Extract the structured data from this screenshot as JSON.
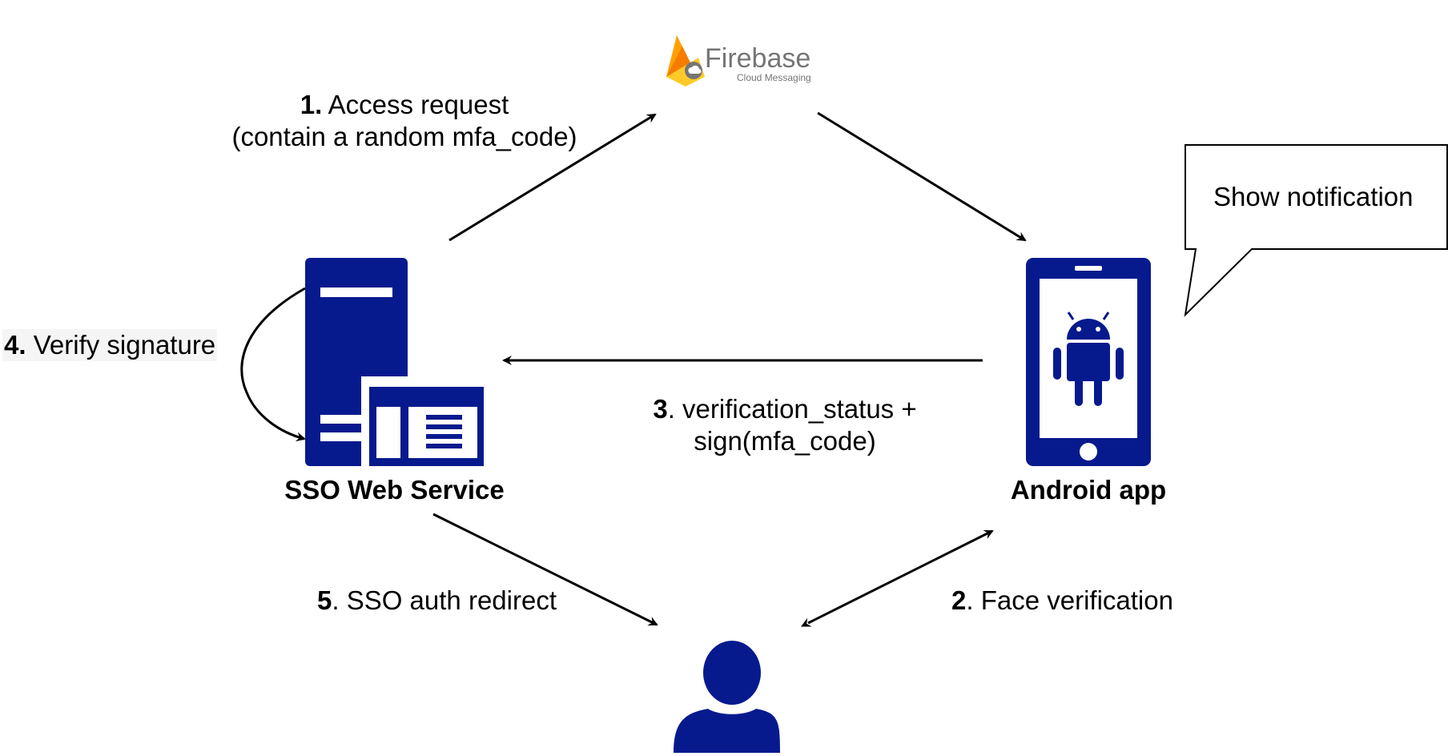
{
  "colors": {
    "icon_navy": "#061a8e",
    "arrow": "#000000",
    "firebase_yellow": "#ffca28",
    "firebase_orange": "#f57c00",
    "firebase_amber": "#ffa000",
    "firebase_text": "#757575"
  },
  "firebase": {
    "title": "Firebase",
    "subtitle": "Cloud Messaging",
    "icon": "firebase-flame-icon"
  },
  "nodes": {
    "sso": {
      "label": "SSO Web Service",
      "icon": "server-with-browser-icon"
    },
    "android": {
      "label": "Android app",
      "icon": "android-phone-icon"
    },
    "user": {
      "icon": "user-icon"
    }
  },
  "callout": {
    "text": "Show notification"
  },
  "steps": {
    "step1": {
      "num": "1.",
      "text": " Access request",
      "line2": "(contain a random mfa_code)"
    },
    "step2": {
      "num": "2",
      "text": ". Face verification"
    },
    "step3": {
      "num": "3",
      "text": ". verification_status +",
      "line2": "sign(mfa_code)"
    },
    "step4": {
      "num": "4.",
      "text": " Verify signature"
    },
    "step5": {
      "num": "5",
      "text": ". SSO auth redirect"
    }
  }
}
